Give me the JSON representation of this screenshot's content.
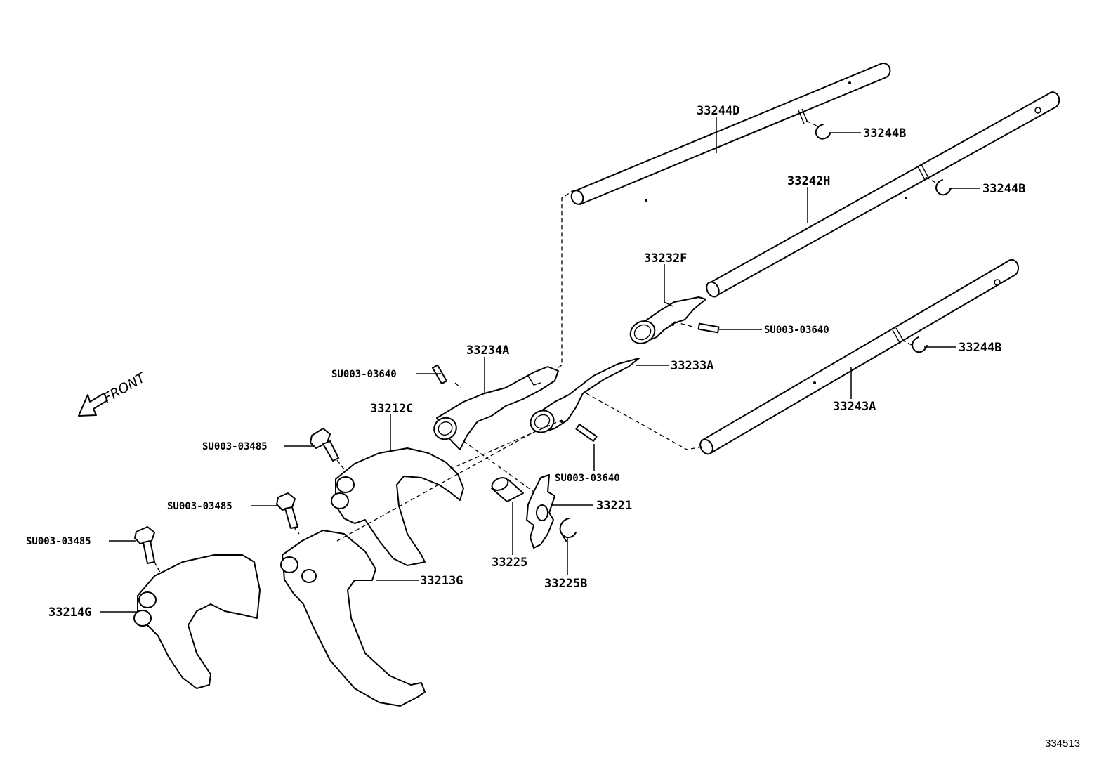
{
  "labels": {
    "p33244D": "33244D",
    "p33244B_1": "33244B",
    "p33242H": "33242H",
    "p33244B_2": "33244B",
    "p33232F": "33232F",
    "su_36_top": "SU003-03640",
    "p33234A": "33234A",
    "p33233A": "33233A",
    "su_36_left": "SU003-03640",
    "p33244B_3": "33244B",
    "p33243A": "33243A",
    "p33212C": "33212C",
    "su_85_1": "SU003-03485",
    "su_36_mid": "SU003-03640",
    "p33221": "33221",
    "su_85_2": "SU003-03485",
    "su_85_3": "SU003-03485",
    "p33225": "33225",
    "p33225B": "33225B",
    "p33213G": "33213G",
    "p33214G": "33214G"
  },
  "front_text": "FRONT",
  "figure_number": "334513"
}
